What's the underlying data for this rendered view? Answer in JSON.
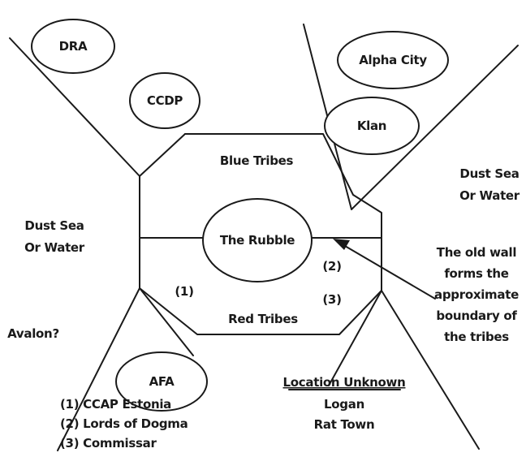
{
  "regions": {
    "dra": "DRA",
    "ccdp": "CCDP",
    "alpha_city": "Alpha City",
    "klan": "Klan",
    "the_rubble": "The Rubble",
    "afa": "AFA"
  },
  "labels": {
    "blue_tribes": "Blue Tribes",
    "red_tribes": "Red Tribes",
    "dust_sea_left_1": "Dust Sea",
    "dust_sea_left_2": "Or Water",
    "dust_sea_right_1": "Dust Sea",
    "dust_sea_right_2": "Or Water",
    "avalon": "Avalon?",
    "marker_1": "(1)",
    "marker_2": "(2)",
    "marker_3": "(3)"
  },
  "wall_note": [
    "The old wall",
    "forms the",
    "approximate",
    "boundary of",
    "the tribes"
  ],
  "legend": [
    "(1) CCAP Estonia",
    "(2) Lords of Dogma",
    "(3) Commissar"
  ],
  "location_unknown": {
    "heading": "Location Unknown",
    "items": [
      "Logan",
      "Rat Town"
    ]
  }
}
